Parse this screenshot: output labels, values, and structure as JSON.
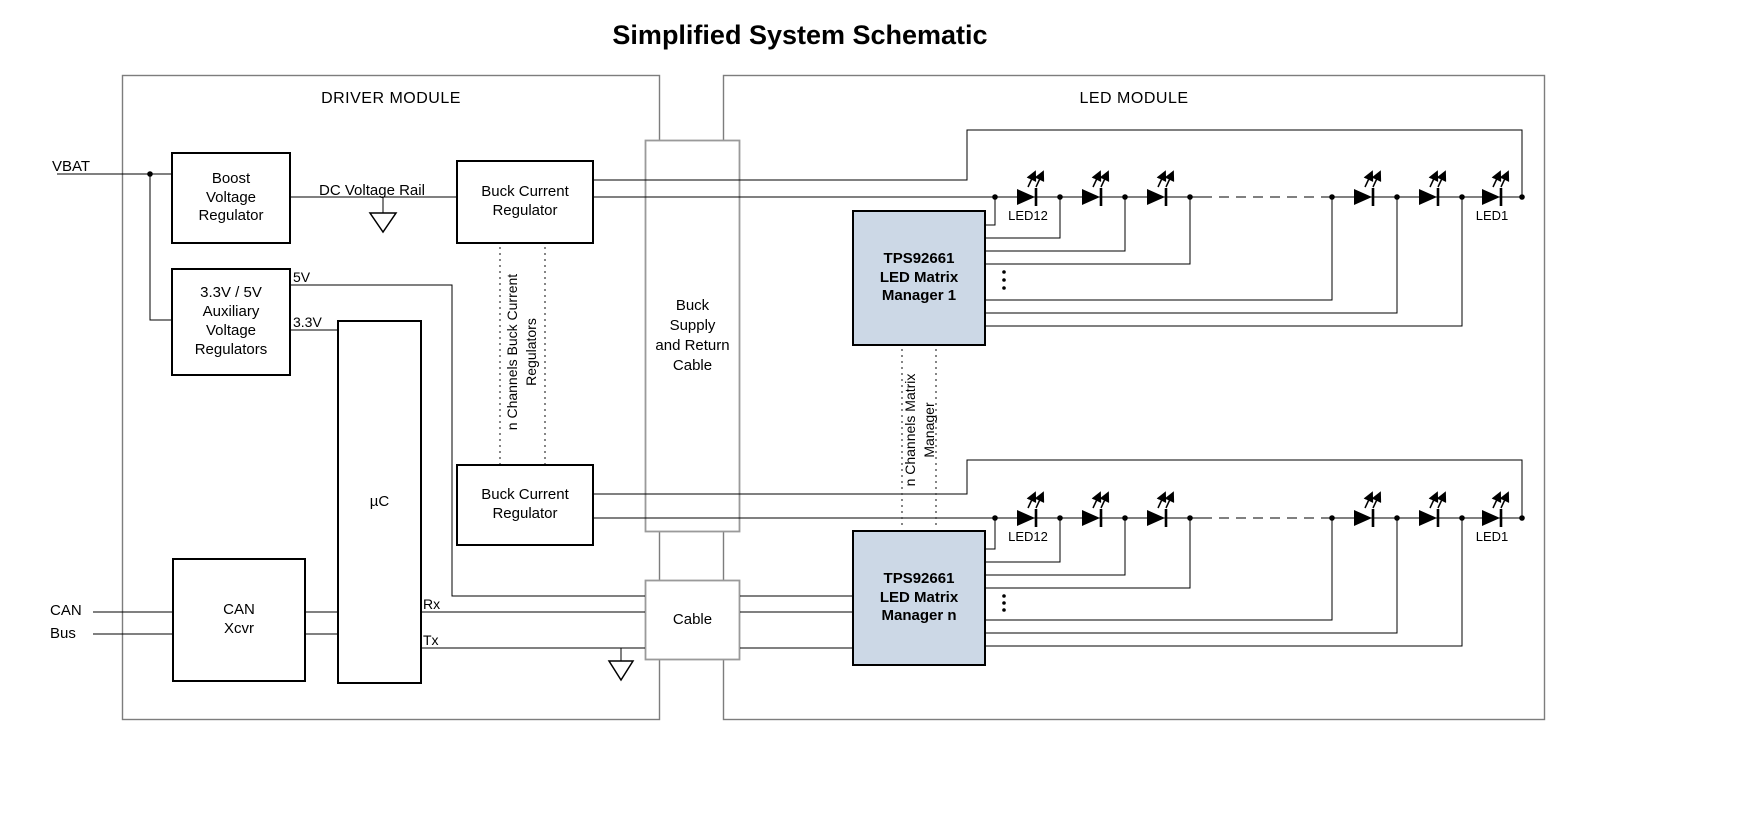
{
  "title": "Simplified System Schematic",
  "driver_module": {
    "label": "DRIVER MODULE",
    "boxes": {
      "boost": "Boost\nVoltage\nRegulator",
      "aux": "3.3V / 5V\nAuxiliary\nVoltage\nRegulators",
      "buck_top": "Buck Current\nRegulator",
      "buck_bottom": "Buck Current\nRegulator",
      "mcu": "µC",
      "can_xcvr": "CAN\nXcvr"
    },
    "channels_note": "n Channels Buck Current\nRegulators"
  },
  "led_module": {
    "label": "LED MODULE",
    "boxes": {
      "manager1": "TPS92661\nLED Matrix\nManager 1",
      "manager_n": "TPS92661\nLED Matrix\nManager n"
    },
    "channels_note": "n Channels Matrix\nManager",
    "led_labels": {
      "top_first": "LED12",
      "top_last": "LED1",
      "bottom_first": "LED12",
      "bottom_last": "LED1"
    }
  },
  "cables": {
    "buck_cable": "Buck\nSupply\nand Return\nCable",
    "signal_cable": "Cable"
  },
  "labels": {
    "vbat": "VBAT",
    "dc_rail": "DC Voltage Rail",
    "v5": "5V",
    "v33": "3.3V",
    "rx": "Rx",
    "tx": "Tx",
    "can_bus": "CAN\nBus"
  },
  "colors": {
    "manager_fill": "#ccd8e6",
    "cable_border": "#9a9a9a",
    "module_border": "#7d7d7d",
    "wire": "#000000"
  }
}
